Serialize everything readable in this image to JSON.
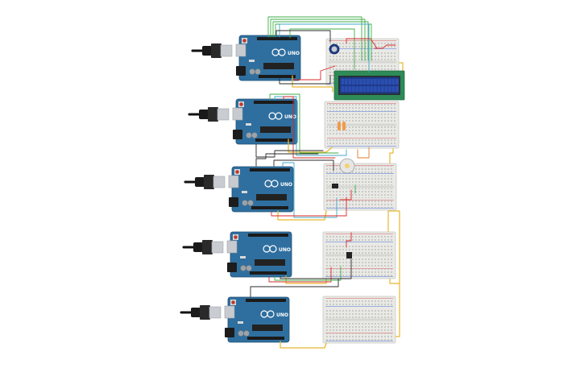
{
  "diagram": {
    "title": "",
    "board_label": "UNO",
    "lcd_text": [
      "",
      ""
    ],
    "boards": [
      {
        "id": "arduino-1",
        "type": "Arduino Uno"
      },
      {
        "id": "arduino-2",
        "type": "Arduino Uno"
      },
      {
        "id": "arduino-3",
        "type": "Arduino Uno"
      },
      {
        "id": "arduino-4",
        "type": "Arduino Uno"
      },
      {
        "id": "arduino-5",
        "type": "Arduino Uno"
      }
    ],
    "components": [
      {
        "id": "breadboard-1",
        "type": "breadboard"
      },
      {
        "id": "breadboard-2",
        "type": "breadboard"
      },
      {
        "id": "breadboard-3",
        "type": "breadboard"
      },
      {
        "id": "breadboard-4",
        "type": "breadboard"
      },
      {
        "id": "breadboard-5",
        "type": "breadboard"
      },
      {
        "id": "lcd-16x2",
        "type": "LCD 16x2"
      },
      {
        "id": "potentiometer",
        "type": "potentiometer"
      },
      {
        "id": "dc-motor",
        "type": "DC motor"
      },
      {
        "id": "sensor-1",
        "type": "IC sensor"
      },
      {
        "id": "sensor-2",
        "type": "IC sensor"
      },
      {
        "id": "leds",
        "type": "LEDs"
      }
    ],
    "wire_colors": {
      "yellow": "#e8b830",
      "green": "#3fae49",
      "red": "#d82a2a",
      "black": "#2a2a2a",
      "teal": "#3fa9c9",
      "orange": "#e07b28",
      "grey": "#8a8a8a"
    },
    "colors": {
      "board": "#2f6f9f",
      "breadboard": "#e9e9e6",
      "lcd_frame": "#2e8b57",
      "lcd_screen": "#1e3a8a"
    }
  }
}
